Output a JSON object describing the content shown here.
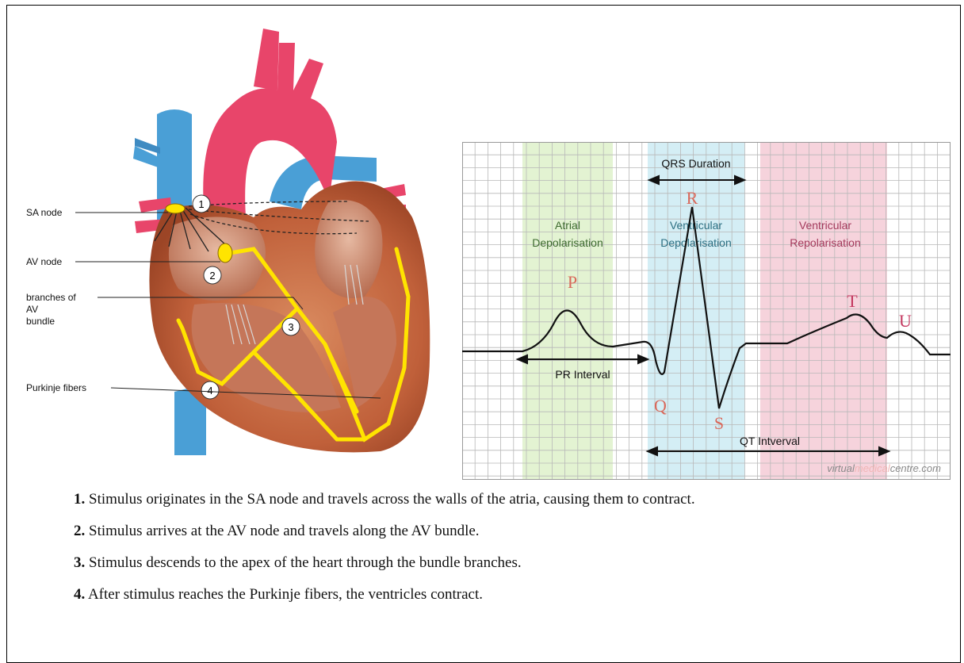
{
  "heart": {
    "labels": {
      "sa_node": "SA node",
      "av_node": "AV node",
      "branches": [
        "branches of",
        "AV",
        "bundle"
      ],
      "purkinje": "Purkinje fibers"
    },
    "markers": [
      "1",
      "2",
      "3",
      "4"
    ],
    "colors": {
      "aorta": "#e8456a",
      "vena_cava": "#4a9fd6",
      "muscle": "#c76a42",
      "conduction": "#ffe400"
    }
  },
  "ecg": {
    "regions": {
      "atrial": [
        "Atrial",
        "Depolarisation"
      ],
      "ventricular_dep": [
        "Ventricular",
        "Depolarisation"
      ],
      "ventricular_rep": [
        "Ventricular",
        "Repolarisation"
      ]
    },
    "qrs_duration": "QRS Duration",
    "pr_interval": "PR Interval",
    "qt_interval": "QT Intverval",
    "waves": {
      "p": "P",
      "q": "Q",
      "r": "R",
      "s": "S",
      "t": "T",
      "u": "U"
    },
    "watermark": {
      "part1": "virtual",
      "part2": "medical",
      "part3": "centre.com"
    },
    "colors": {
      "atrial": "#e3f3d2",
      "ventricular_dep": "#d4eef5",
      "ventricular_rep": "#f6d3dc",
      "grid": "#b8b8b8"
    }
  },
  "steps": [
    {
      "num": "1.",
      "text": " Stimulus originates in the SA node and travels across the walls of the atria, causing them to contract."
    },
    {
      "num": "2.",
      "text": " Stimulus arrives at the AV node and travels along the AV bundle."
    },
    {
      "num": "3.",
      "text": " Stimulus descends to the apex of the heart through the bundle branches."
    },
    {
      "num": "4.",
      "text": " After stimulus reaches the Purkinje fibers, the ventricles contract."
    }
  ]
}
